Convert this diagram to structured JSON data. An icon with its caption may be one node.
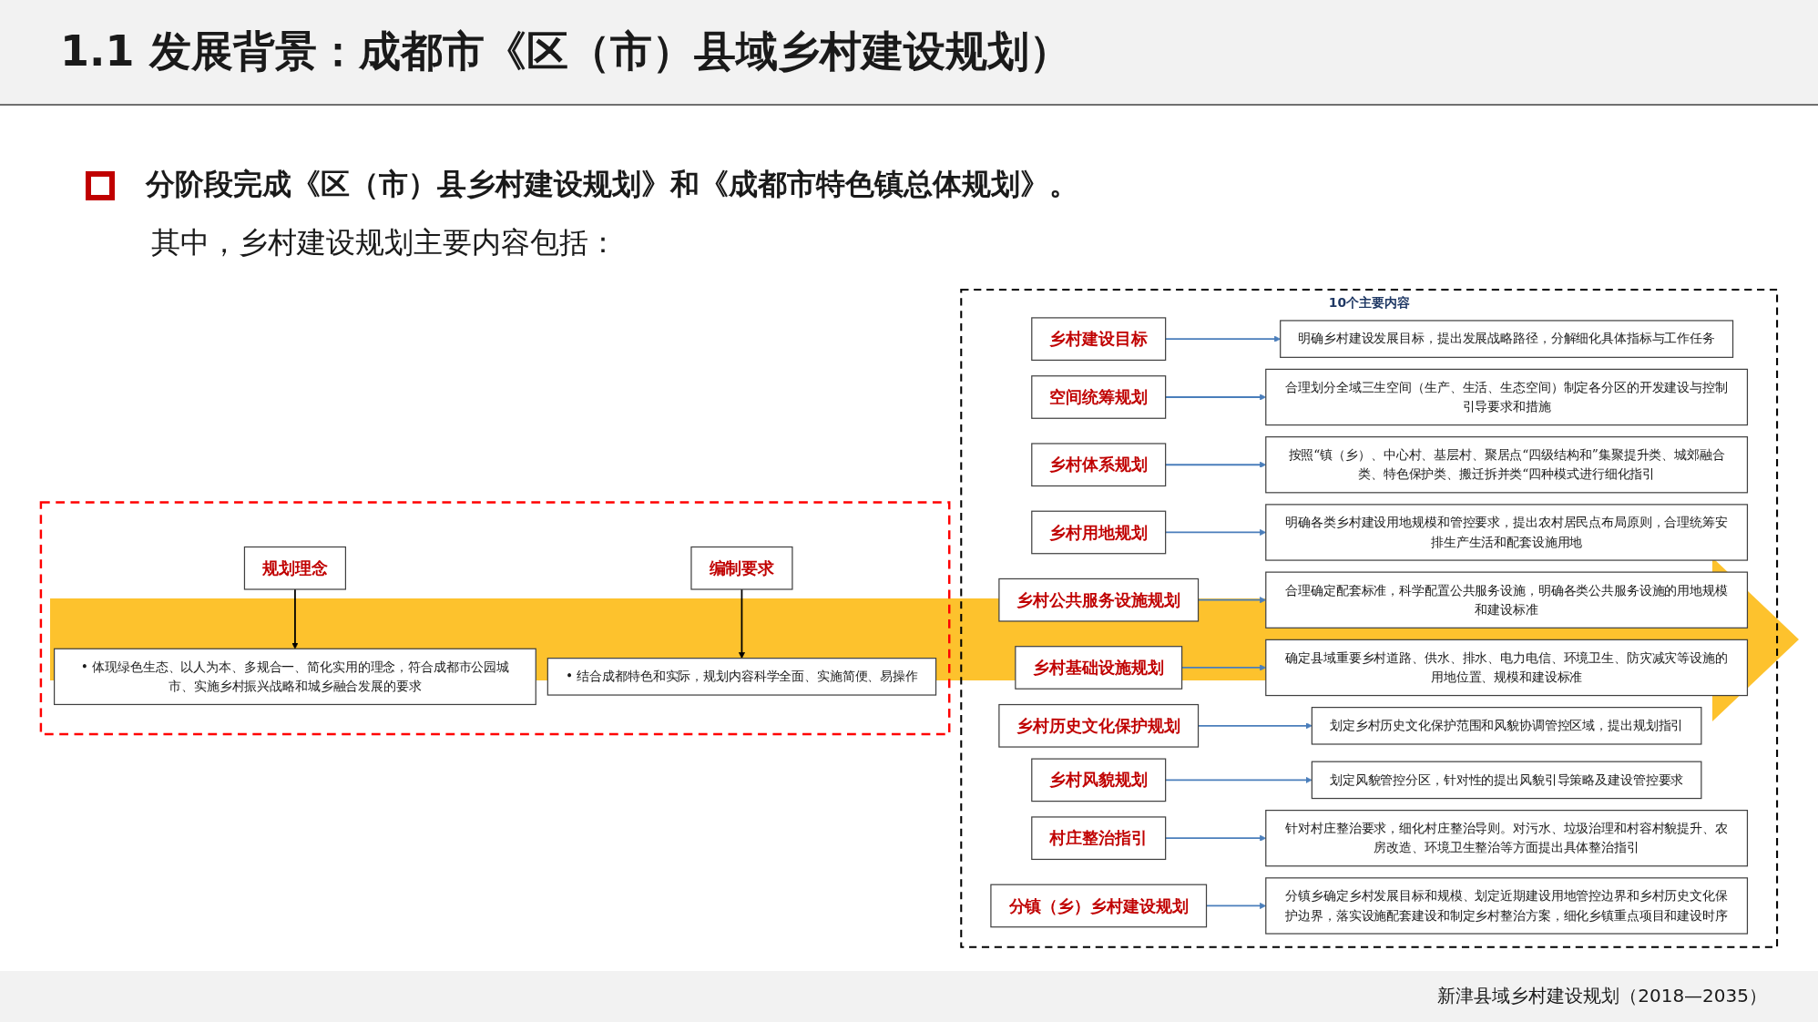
{
  "diagram": {
    "title": "1.1 发展背景：成都市《区（市）县域乡村建设规划）",
    "nodes": [
      {
        "text": [],
        "shape": "box"
      },
      {
        "text": [
          "规划理念"
        ],
        "in": 0
      },
      {
        "text": [
          "• 体现绿色生态、以人为本、多规合一、简化实用的理念，符合成都市公园城市、实施乡村振兴战略和城乡融合发展的要求"
        ],
        "in": 0
      },
      {
        "text": [
          "编制要求"
        ],
        "in": 0
      },
      {
        "text": [
          "• 结合成都特色和实际，规划内容科学全面、实施简便、易操作"
        ],
        "in": 0
      },
      {
        "text": [
          "10个主要内容"
        ]
      },
      {
        "text": [
          "乡村建设目标"
        ],
        "in": 5
      },
      {
        "text": [
          "明确乡村建设发展目标，提出发展战略路径，分解细化具体指标与工作任务"
        ],
        "in": 5
      },
      {
        "text": [
          "空间统筹规划"
        ],
        "in": 5
      },
      {
        "text": [
          "合理划分全域三生空间（生产、生活、生态空间）制定各分区的开发建设与控制引导要求和措施"
        ],
        "in": 5
      },
      {
        "text": [
          "乡村体系规划"
        ],
        "in": 5
      },
      {
        "text": [
          "按照“镇（乡）、中心村、基层村、聚居点“四级结构和”集聚提升类、城郊融合类、特色保护类、搬迁拆并类“四种模式进行细化指引"
        ],
        "in": 5
      },
      {
        "text": [
          "乡村用地规划"
        ],
        "in": 5
      },
      {
        "text": [
          "明确各类乡村建设用地规模和管控要求，提出农村居民点布局原则，合理统筹安排生产生活和配套设施用地"
        ],
        "in": 5
      },
      {
        "text": [
          "乡村公共服务设施规划"
        ],
        "in": 5
      },
      {
        "text": [
          "合理确定配套标准，科学配置公共服务设施，明确各类公共服务设施的用地规模和建设标准"
        ],
        "in": 5
      },
      {
        "text": [
          "乡村基础设施规划"
        ],
        "in": 5
      },
      {
        "text": [
          "确定县域重要乡村道路、供水、排水、电力电信、环境卫生、防灾减灾等设施的用地位置、规模和建设标准"
        ],
        "in": 5
      },
      {
        "text": [
          "乡村历史文化保护规划"
        ],
        "in": 5
      },
      {
        "text": [
          "划定乡村历史文化保护范围和风貌协调管控区域，提出规划指引"
        ],
        "in": 5
      },
      {
        "text": [
          "乡村风貌规划"
        ],
        "in": 5
      },
      {
        "text": [
          "划定风貌管控分区，针对性的提出风貌引导策略及建设管控要求"
        ],
        "in": 5
      },
      {
        "text": [
          "村庄整治指引"
        ],
        "in": 5
      },
      {
        "text": [
          "针对村庄整治要求，细化村庄整治导则。对污水、垃圾治理和村容村貌提升、农房改造、环境卫生整治等方面提出具体整治指引"
        ],
        "in": 5
      },
      {
        "text": [
          "分镇（乡）乡村建设规划"
        ],
        "in": 5
      },
      {
        "text": [
          "分镇乡确定乡村发展目标和规模、划定近期建设用地管控边界和乡村历史文化保护边界，落实设施配套建设和制定乡村整治方案，细化乡镇重点项目和建设时序"
        ],
        "in": 5
      }
    ],
    "edges": [
      {
        "from": 1,
        "to": 2,
        "arrow": "to",
        "color": "#000000"
      },
      {
        "from": 3,
        "to": 4,
        "arrow": "to",
        "color": "#000000"
      },
      {
        "from": 6,
        "to": 7,
        "arrow": "to"
      },
      {
        "from": 8,
        "to": 9,
        "arrow": "to"
      },
      {
        "from": 10,
        "to": 11,
        "arrow": "to"
      },
      {
        "from": 12,
        "to": 13,
        "arrow": "to"
      },
      {
        "from": 14,
        "to": 15,
        "arrow": "to"
      },
      {
        "from": 16,
        "to": 17,
        "arrow": "to"
      },
      {
        "from": 18,
        "to": 19,
        "arrow": "to"
      },
      {
        "from": 20,
        "to": 21,
        "arrow": "to"
      },
      {
        "from": 22,
        "to": 23,
        "arrow": "to"
      },
      {
        "from": 24,
        "to": 25,
        "arrow": "to"
      }
    ],
    "labels": [
      "分阶段完成《区（市）县乡村建设规划》和《成都市特色镇总体规划》。",
      "其中，乡村建设规划主要内容包括：",
      "新津县域乡村建设规划（2018—2035）"
    ]
  }
}
